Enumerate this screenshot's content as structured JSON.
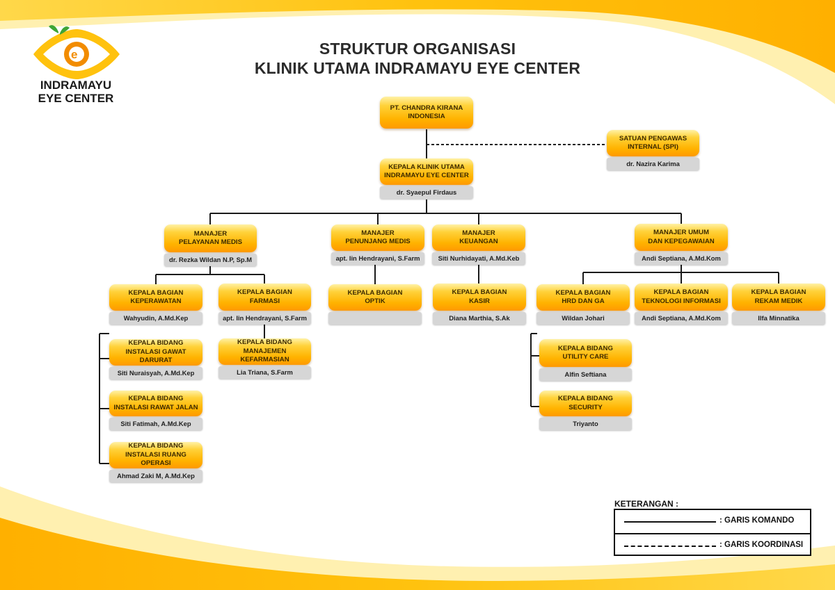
{
  "header": {
    "title_line1": "STRUKTUR ORGANISASI",
    "title_line2": "KLINIK UTAMA INDRAMAYU EYE CENTER"
  },
  "logo": {
    "line1": "INDRAMAYU",
    "line2": "EYE CENTER",
    "icon": "eye-logo-icon"
  },
  "colors": {
    "box_top": "#fff1a6",
    "box_mid": "#ffb300",
    "box_bottom": "#ff9900",
    "name_bar": "#d6d6d6",
    "wave_yellow": "#ffc20e",
    "wave_light": "#ffe27a",
    "line": "#1a1a1a"
  },
  "org": {
    "pt": {
      "title": [
        "PT. CHANDRA KIRANA",
        "INDONESIA"
      ]
    },
    "spi": {
      "title": [
        "SATUAN PENGAWAS",
        "INTERNAL (SPI)"
      ],
      "name": "dr. Nazira Karima"
    },
    "kepala_klinik": {
      "title": [
        "KEPALA KLINIK UTAMA",
        "INDRAMAYU EYE CENTER"
      ],
      "name": "dr. Syaepul Firdaus"
    },
    "manajer_pelayanan": {
      "title": [
        "MANAJER",
        "PELAYANAN MEDIS"
      ],
      "name": "dr. Rezka Wildan N.P, Sp.M"
    },
    "manajer_penunjang": {
      "title": [
        "MANAJER",
        "PENUNJANG MEDIS"
      ],
      "name": "apt. Iin Hendrayani, S.Farm"
    },
    "manajer_keuangan": {
      "title": [
        "MANAJER",
        "KEUANGAN"
      ],
      "name": "Siti Nurhidayati, A.Md.Keb"
    },
    "manajer_umum": {
      "title": [
        "MANAJER UMUM",
        "DAN KEPEGAWAIAN"
      ],
      "name": "Andi Septiana, A.Md.Kom"
    },
    "kb_keperawatan": {
      "title": [
        "KEPALA BAGIAN",
        "KEPERAWATAN"
      ],
      "name": "Wahyudin, A.Md.Kep"
    },
    "kb_farmasi": {
      "title": [
        "KEPALA BAGIAN",
        "FARMASI"
      ],
      "name": "apt. Iin Hendrayani, S.Farm"
    },
    "kb_optik": {
      "title": [
        "KEPALA BAGIAN",
        "OPTIK"
      ],
      "name": ""
    },
    "kb_kasir": {
      "title": [
        "KEPALA BAGIAN",
        "KASIR"
      ],
      "name": "Diana Marthia, S.Ak"
    },
    "kb_hrd": {
      "title": [
        "KEPALA BAGIAN",
        "HRD DAN GA"
      ],
      "name": "Wildan Johari"
    },
    "kb_ti": {
      "title": [
        "KEPALA BAGIAN",
        "TEKNOLOGI INFORMASI"
      ],
      "name": "Andi Septiana, A.Md.Kom"
    },
    "kb_rekam": {
      "title": [
        "KEPALA BAGIAN",
        "REKAM MEDIK"
      ],
      "name": "Ilfa Minnatika"
    },
    "kbd_igd": {
      "title": [
        "KEPALA BIDANG",
        "INSTALASI GAWAT DARURAT"
      ],
      "name": "Siti Nuraisyah, A.Md.Kep"
    },
    "kbd_rj": {
      "title": [
        "KEPALA BIDANG",
        "INSTALASI RAWAT JALAN"
      ],
      "name": "Siti Fatimah, A.Md.Kep"
    },
    "kbd_ro": {
      "title": [
        "KEPALA BIDANG",
        "INSTALASI RUANG OPERASI"
      ],
      "name": "Ahmad Zaki M, A.Md.Kep"
    },
    "kbd_kefarmasian": {
      "title": [
        "KEPALA BIDANG",
        "MANAJEMEN KEFARMASIAN"
      ],
      "name": "Lia Triana, S.Farm"
    },
    "kbd_utility": {
      "title": [
        "KEPALA BIDANG",
        "UTILITY CARE"
      ],
      "name": "Alfin Seftiana"
    },
    "kbd_security": {
      "title": [
        "KEPALA BIDANG",
        "SECURITY"
      ],
      "name": "Triyanto"
    }
  },
  "legend": {
    "title": "KETERANGAN :",
    "komando": ": GARIS KOMANDO",
    "koordinasi": ": GARIS KOORDINASI"
  }
}
